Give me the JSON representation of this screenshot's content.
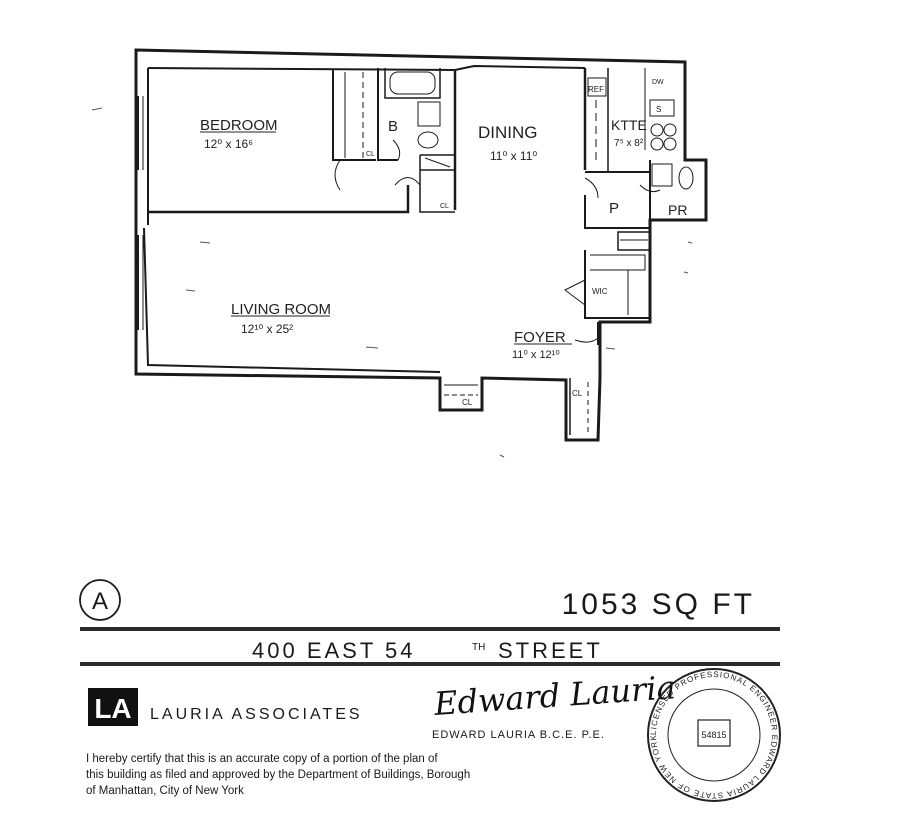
{
  "plan": {
    "rooms": {
      "bedroom": {
        "name": "BEDROOM",
        "dims": "12⁰ x 16⁶"
      },
      "dining": {
        "name": "DINING",
        "dims": "11⁰ x 11⁰"
      },
      "kitchen": {
        "name": "KTTE",
        "dims": "7⁵ x 8²"
      },
      "living": {
        "name": "LIVING ROOM",
        "dims": "12¹⁰ x 25²"
      },
      "foyer": {
        "name": "FOYER",
        "dims": "11⁰ x 12¹⁰"
      },
      "bath": {
        "name": "B"
      },
      "pantry": {
        "name": "P"
      },
      "powder": {
        "name": "PR"
      },
      "wic": {
        "name": "WIC"
      }
    },
    "labels": {
      "closet_bedroom": "CL",
      "closet_hall": "CL",
      "closet_living": "CL",
      "closet_foyer": "CL",
      "refrigerator": "REF",
      "dishwasher": "DW",
      "sink": "S"
    }
  },
  "footer": {
    "unit_letter": "A",
    "area": "1053 SQ FT",
    "address": "400 EAST 54",
    "address_suffix": "TH",
    "address_street": "STREET",
    "company_logo_letters": "LA",
    "company_name": "LAURIA ASSOCIATES",
    "signature": "Edward Lauria",
    "signer_title": "EDWARD LAURIA B.C.E. P.E.",
    "certification_line1": "I hereby certify that this is an accurate copy of a portion of the plan of",
    "certification_line2": "this building as filed and approved by the Department of Buildings, Borough",
    "certification_line3": "of Manhattan, City of New York",
    "seal_text": "LICENSED PROFESSIONAL ENGINEER EDWARD LAURIA STATE OF NEW YORK",
    "seal_number": "54815"
  }
}
